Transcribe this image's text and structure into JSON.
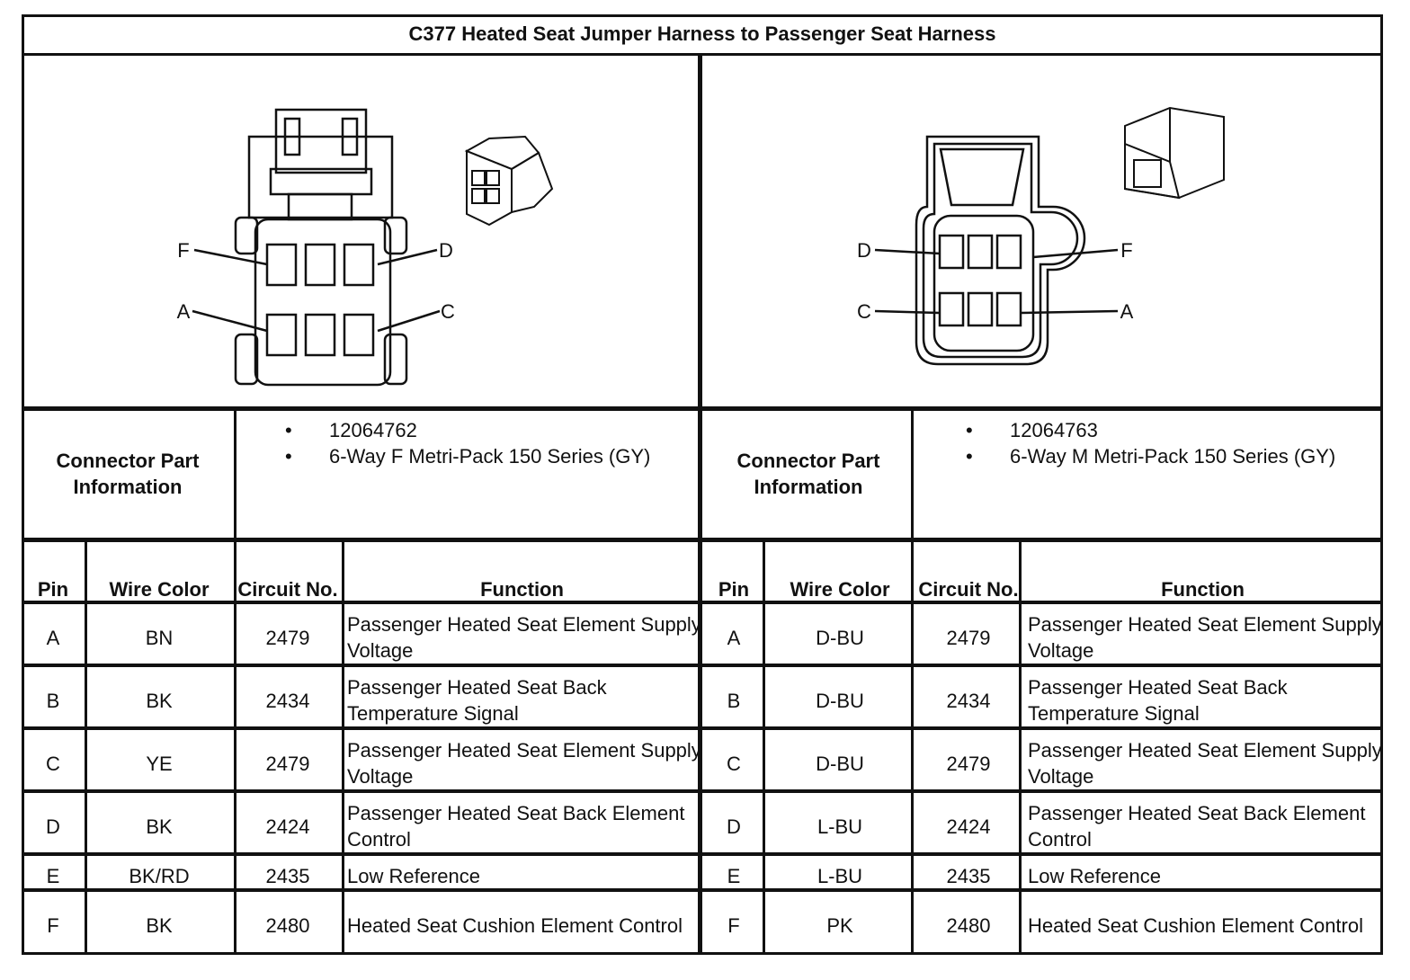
{
  "title": "C377 Heated Seat Jumper Harness to Passenger Seat Harness",
  "connectors": [
    {
      "info_label": "Connector Part Information",
      "info_items": [
        "12064762",
        "6-Way F Metri-Pack 150 Series (GY)"
      ],
      "diagram_pin_labels": {
        "top_left": "F",
        "top_right": "D",
        "bottom_left": "A",
        "bottom_right": "C"
      },
      "headers": {
        "pin": "Pin",
        "wire_color": "Wire Color",
        "circuit": "Circuit No.",
        "function": "Function"
      },
      "rows": [
        {
          "pin": "A",
          "wire_color": "BN",
          "circuit": "2479",
          "function": "Passenger Heated Seat Element Supply Voltage"
        },
        {
          "pin": "B",
          "wire_color": "BK",
          "circuit": "2434",
          "function": "Passenger Heated Seat Back Temperature Signal"
        },
        {
          "pin": "C",
          "wire_color": "YE",
          "circuit": "2479",
          "function": "Passenger Heated Seat Element Supply Voltage"
        },
        {
          "pin": "D",
          "wire_color": "BK",
          "circuit": "2424",
          "function": "Passenger Heated Seat Back Element Control"
        },
        {
          "pin": "E",
          "wire_color": "BK/RD",
          "circuit": "2435",
          "function": "Low Reference"
        },
        {
          "pin": "F",
          "wire_color": "BK",
          "circuit": "2480",
          "function": "Heated Seat Cushion Element Control"
        }
      ]
    },
    {
      "info_label": "Connector Part Information",
      "info_items": [
        "12064763",
        "6-Way M Metri-Pack 150 Series (GY)"
      ],
      "diagram_pin_labels": {
        "top_left": "D",
        "top_right": "F",
        "bottom_left": "C",
        "bottom_right": "A"
      },
      "headers": {
        "pin": "Pin",
        "wire_color": "Wire Color",
        "circuit": "Circuit No.",
        "function": "Function"
      },
      "rows": [
        {
          "pin": "A",
          "wire_color": "D-BU",
          "circuit": "2479",
          "function": "Passenger Heated Seat Element Supply Voltage"
        },
        {
          "pin": "B",
          "wire_color": "D-BU",
          "circuit": "2434",
          "function": "Passenger Heated Seat Back Temperature Signal"
        },
        {
          "pin": "C",
          "wire_color": "D-BU",
          "circuit": "2479",
          "function": "Passenger Heated Seat Element Supply Voltage"
        },
        {
          "pin": "D",
          "wire_color": "L-BU",
          "circuit": "2424",
          "function": "Passenger Heated Seat Back Element Control"
        },
        {
          "pin": "E",
          "wire_color": "L-BU",
          "circuit": "2435",
          "function": "Low Reference"
        },
        {
          "pin": "F",
          "wire_color": "PK",
          "circuit": "2480",
          "function": "Heated Seat Cushion Element Control"
        }
      ]
    }
  ]
}
